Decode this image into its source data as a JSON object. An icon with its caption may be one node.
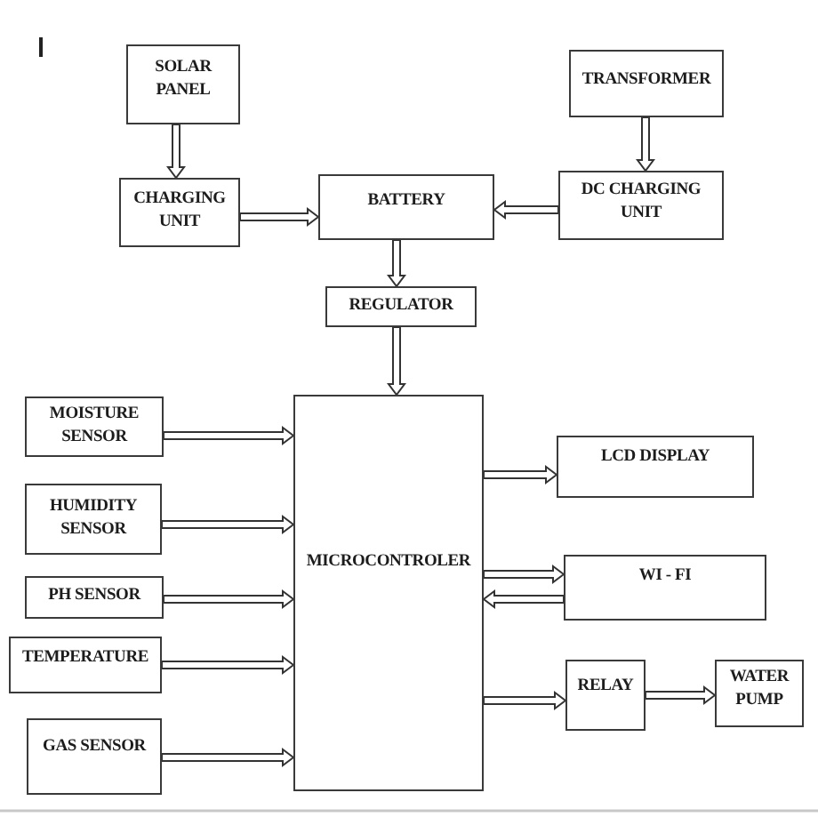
{
  "diagram": {
    "nodes": [
      {
        "text": [
          "SOLAR PANEL"
        ]
      },
      {
        "text": [
          "TRANSFORMER"
        ]
      },
      {
        "text": [
          "CHARGING UNIT"
        ]
      },
      {
        "text": [
          "BATTERY"
        ]
      },
      {
        "text": [
          "DC CHARGING UNIT"
        ]
      },
      {
        "text": [
          "REGULATOR"
        ]
      },
      {
        "text": [
          "MOISTURE SENSOR"
        ]
      },
      {
        "text": [
          "MICROCONTROLER"
        ]
      },
      {
        "text": [
          "LCD DISPLAY"
        ]
      },
      {
        "text": [
          "HUMIDITY SENSOR"
        ]
      },
      {
        "text": [
          "PH SENSOR"
        ]
      },
      {
        "text": [
          "WI - FI"
        ]
      },
      {
        "text": [
          "TEMPERATURE"
        ]
      },
      {
        "text": [
          "RELAY"
        ]
      },
      {
        "text": [
          "WATER PUMP"
        ]
      },
      {
        "text": [
          "GAS SENSOR"
        ]
      }
    ],
    "edges": [
      {
        "from": 0,
        "to": 2,
        "arrow": "to"
      },
      {
        "from": 1,
        "to": 4,
        "arrow": "to"
      },
      {
        "from": 2,
        "to": 3,
        "arrow": "to"
      },
      {
        "from": 4,
        "to": 3,
        "arrow": "to"
      },
      {
        "from": 3,
        "to": 5,
        "arrow": "to"
      },
      {
        "from": 5,
        "to": 7,
        "arrow": "to"
      },
      {
        "from": 6,
        "to": 7,
        "arrow": "to"
      },
      {
        "from": 9,
        "to": 7,
        "arrow": "to"
      },
      {
        "from": 10,
        "to": 7,
        "arrow": "to"
      },
      {
        "from": 12,
        "to": 7,
        "arrow": "to"
      },
      {
        "from": 15,
        "to": 7,
        "arrow": "to"
      },
      {
        "from": 7,
        "to": 8,
        "arrow": "to"
      },
      {
        "from": 7,
        "to": 11,
        "arrow": "to"
      },
      {
        "from": 11,
        "to": 7,
        "arrow": "to"
      },
      {
        "from": 7,
        "to": 13,
        "arrow": "to"
      },
      {
        "from": 13,
        "to": 14,
        "arrow": "to"
      }
    ]
  }
}
